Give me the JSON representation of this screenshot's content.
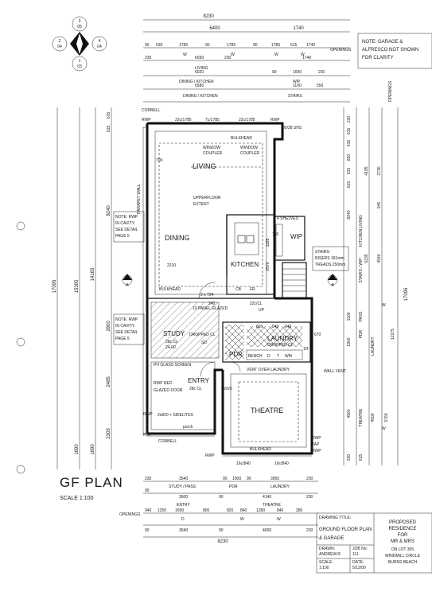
{
  "compass": {
    "n1": "3",
    "n1b": "05",
    "n2": "2",
    "n2b": "04",
    "n3": "4",
    "n3b": "04",
    "n4": "1",
    "n4b": "03"
  },
  "note_top": {
    "line1": "NOTE: GARAGE &",
    "line2": "ALFRESCO NOT SHOWN",
    "line3": "FOR CLARITY"
  },
  "top_dims": {
    "overall": "8230",
    "d6400": "6400",
    "d1740": "1740",
    "row_a": [
      "90",
      "530",
      "1785",
      "90",
      "1785",
      "90",
      "1785",
      "515",
      "1740"
    ],
    "openings": "OPENINGS",
    "w1": "W",
    "w2": "W",
    "w3": "W",
    "w4": "W",
    "d230a": "230",
    "d6030": "6030",
    "d230b": "230",
    "d1740b": "1740",
    "living": "LIVING",
    "d6020": "6020",
    "d90": "90",
    "d1690": "1690",
    "d230c": "230",
    "dining_kitchen": "DINING / KITCHEN",
    "wip": "WIP",
    "d6580": "6580",
    "d1100": "1100",
    "d550": "550",
    "dining_kitchen2": "DINING / KITCHEN",
    "stairs": "STAIRS"
  },
  "left_dims": {
    "d17095": "17095",
    "d15395": "15395",
    "d14165": "14165",
    "d8240": "8240",
    "d2800": "2800",
    "d2485": "2485",
    "d2305": "2305",
    "d1690": "1690",
    "d1690b": "1690",
    "d615a": "615",
    "d615b": "615"
  },
  "right_dims": {
    "col1": [
      "230",
      "615",
      "615",
      "820",
      "615",
      "615"
    ],
    "kitchen_living": "KITCHEN LIVING",
    "d8240": "8240",
    "d4195": "4195",
    "d2730": "2730",
    "d945": "945",
    "d5235": "5235",
    "stairs_wip": "STAIRS / WIP",
    "d4540": "4540",
    "d17095": "17095",
    "pass": "PASS",
    "d1100": "1100",
    "d1900": "1900",
    "pdr": "PDR",
    "laundry": "LAUNDRY",
    "d12275": "12275",
    "d4560": "4560",
    "theatre": "THEATRE",
    "d4500": "4500",
    "d5760": "5760",
    "d230": "230",
    "d615": "615",
    "openings": "OPENINGS",
    "w1": "W",
    "w2": "W"
  },
  "labels": {
    "corbell_top": "CORBELL",
    "rwp1": "RWP",
    "rwp2": "RWP",
    "rwp3": "RWP",
    "rwp4": "RWP",
    "rwp5": "RWP",
    "rwp6": "RWP",
    "rwp7": "RWP",
    "fw1": "22c/1785",
    "fw2": "7c/1785",
    "fw3": "22c/1785",
    "bulkhead_top": "BULKHEAD",
    "window_coupler1": "WINDOW",
    "window_coupler1b": "COUPLER",
    "window_coupler2": "WINDOW",
    "window_coupler2b": "COUPLER",
    "d700": "700",
    "living": "LIVING",
    "upperfloor": "UPPERFLOOR",
    "extent": "EXTENT",
    "parapet": "PARAPET WALL",
    "note_rwp1a": "NOTE: RWP",
    "note_rwp1b": "IN CAVITY.",
    "note_rwp1c": "SEE DETAIL",
    "note_rwp1d": "PAGE 5",
    "note_rwp2a": "NOTE: RWP",
    "note_rwp2b": "IN CAVITY.",
    "note_rwp2c": "SEE DETAIL",
    "note_rwp2d": "PAGE 5",
    "dining": "DINING",
    "d2210": "2210",
    "kitchen": "KITCHEN",
    "d2570": "2570",
    "d1185": "1185",
    "shelves": "4 SHELVES",
    "wip": "WIP",
    "d720": "720",
    "stairs_note1": "STAIRS:",
    "stairs_note2": "RISERS 181mm",
    "stairs_note3": "TREADS 250mm",
    "d90": "90/28 SHS",
    "bulkhead_mid": "BULKHEAD",
    "cb": "CB",
    "fr": "FR",
    "d2x724": "2 x 724",
    "d240": "240",
    "panel_glazed": "10 PANEL GLAZED",
    "d22": "22c/CL",
    "up": "UP",
    "study": "STUDY",
    "study2": "28c CL",
    "d2400": "24-00",
    "dropped": "DROPPED CL",
    "sd": "SD",
    "laundry": "LAUNDRY",
    "dropped2": "DROPPED CL",
    "pdr": "PDR",
    "bench": "BENCH",
    "d1": "D",
    "d2": "T",
    "d3": "WM",
    "d820": "820",
    "d840a": "840",
    "d840b": "840",
    "d670": "670",
    "d1h1": "1H",
    "gh_screen": "PH GLASS SCREEN",
    "vent_laundry": "VENT OVER LAUNDRY",
    "wall_vent": "WALL VENT",
    "rwp_red": "RWP RED",
    "glazed_door": "GLAZED DOOR",
    "entry": "ENTRY",
    "entry2": "28c CL",
    "d2x920": "2x920",
    "theatre": "THEATRE",
    "sidelites": "2x820 + SIDELITES",
    "porch": "porch",
    "corbell_bot": "CORBELL",
    "bulkhead_bot": "BULKHEAD",
    "w16a": "16c/840",
    "w16b": "16c/840",
    "tap": "TAP",
    "a_mark": "A",
    "a_mark2": "A"
  },
  "bottom_dims": {
    "row1": [
      "230",
      "3540",
      "90",
      "1000",
      "90",
      "3050",
      "230"
    ],
    "study_pass": "STUDY / PASS",
    "pdr": "PDR",
    "laundry": "LAUNDRY",
    "row2": [
      "90",
      "3600",
      "90",
      "4140",
      "230"
    ],
    "entry": "ENTRY",
    "theatre": "THEATRE",
    "openings": "OPENINGS",
    "row3": [
      "940",
      "1250",
      "1690",
      "800",
      "820",
      "840",
      "1280",
      "840",
      "280"
    ],
    "d": "D",
    "w": "W",
    "w2": "W",
    "row4": [
      "90",
      "3540",
      "90",
      "4000",
      "230"
    ],
    "overall": "8230"
  },
  "gf_plan": {
    "title": "GF PLAN",
    "scale": "SCALE 1:100"
  },
  "title_block": {
    "drawing_title_label": "DRAWING TITLE:",
    "drawing_title1": "GROUND FLOOR PLAN",
    "drawing_title2": "& GARAGE",
    "drawn_label": "DRAWN:",
    "drawn": "ANDREW.R",
    "job_label": "JOB No:",
    "job": "111",
    "scale_label": "SCALE:",
    "scale": "1:100",
    "date_label": "DATE:",
    "date": "5/12/09",
    "proposed1": "PROPOSED",
    "proposed2": "RESIDENCE",
    "proposed3": "FOR",
    "proposed4": "MR & MRS",
    "proposed5": "ON LOT 365",
    "proposed6": "WINDMILL CIRCLE",
    "proposed7": "BURNS BEACH"
  }
}
